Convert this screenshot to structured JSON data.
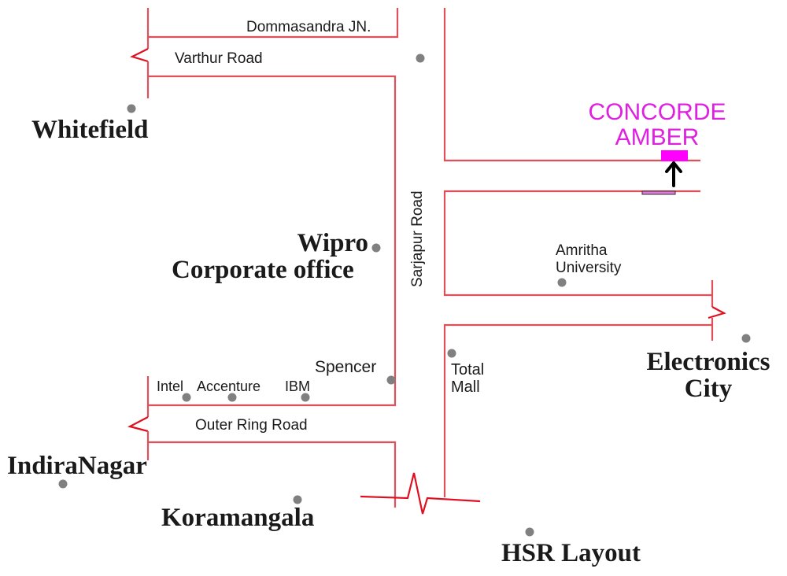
{
  "map": {
    "title_highlight": {
      "line1": "CONCORDE",
      "line2": "AMBER",
      "color": "#e020e0",
      "marker_color": "#ff00ff",
      "arrow_icon": "up-arrow-icon"
    },
    "roads": {
      "dommasandra": "Dommasandra JN.",
      "varthur": "Varthur Road",
      "sarjapur": "Sarjapur Road",
      "outer_ring": "Outer Ring Road"
    },
    "places": {
      "whitefield": "Whitefield",
      "wipro_line1": "Wipro",
      "wipro_line2": "Corporate office",
      "amritha_line1": "Amritha",
      "amritha_line2": "University",
      "electronics_line1": "Electronics",
      "electronics_line2": "City",
      "spencer": "Spencer",
      "total_line1": "Total",
      "total_line2": "Mall",
      "intel": "Intel",
      "accenture": "Accenture",
      "ibm": "IBM",
      "indiranagar": "IndiraNagar",
      "koramangala": "Koramangala",
      "hsr": "HSR Layout"
    },
    "colors": {
      "road": "#e0505a",
      "landmark_dot": "#808080"
    }
  }
}
